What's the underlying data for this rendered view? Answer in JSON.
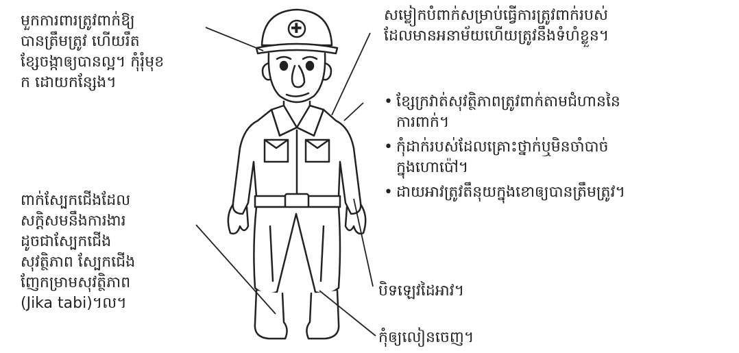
{
  "note_helmet": [
    "មួកការពារត្រូវពាក់ឱ្យ",
    "បានត្រឹមត្រូវ ហើយរឹត",
    "ខ្សែចង្កាឲ្យបានល្អ។ កុំរុំមុខ",
    "ក ដោយកន្សែង។"
  ],
  "note_clothing": [
    "សម្លៀកបំពាក់សម្រាប់ធ្វើការត្រូវពាក់របស់",
    "ដែលមានអនាម័យហើយត្រូវនឹងទំហំខ្លួន។"
  ],
  "bullets": [
    {
      "lines": [
        "ខ្សែក្រវាត់សុវត្ថិភាពត្រូវពាក់តាមជំហាននៃ",
        "ការពាក់។"
      ]
    },
    {
      "lines": [
        "កុំដាក់របស់ដែលគ្រោះថ្នាក់ឬមិនចាំបាច់",
        "ក្នុងហោប៉ៅ។"
      ]
    },
    {
      "lines": [
        "ដាយអាវត្រូវតឹនុយក្នុងខោឲ្យបានត្រឹមត្រូវ។"
      ]
    }
  ],
  "note_footwear": [
    "ពាក់ស្បែកជើងដែល",
    "សក្តិសមនឹងការងារ",
    "ដូចជាស្បែកជើង",
    "សុវត្ថិភាព ស្បែកជើង",
    "ញែកម្រាមសុវត្ថិភាព",
    "(Jika tabi)។ល។"
  ],
  "note_sleeves": "បិទឡេវដៃអាវ។",
  "note_trousers": "កុំឲ្យលៀនចេញ។",
  "helmet_symbol": "✚"
}
